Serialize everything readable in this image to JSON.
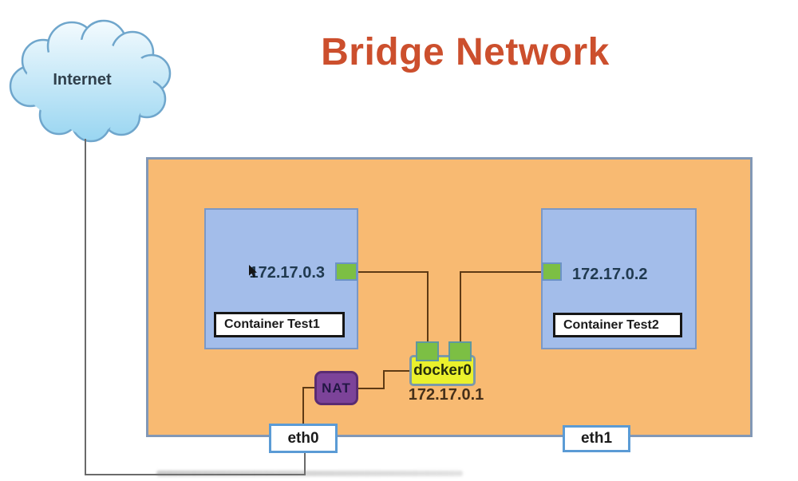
{
  "title": {
    "text": "Bridge Network"
  },
  "internet": {
    "label": "Internet"
  },
  "host": {
    "containers": [
      {
        "label": "Container Test1",
        "ip": "172.17.0.3"
      },
      {
        "label": "Container Test2",
        "ip": "172.17.0.2"
      }
    ],
    "bridge": {
      "label": "docker0",
      "ip": "172.17.0.1"
    },
    "nat": {
      "label": "NAT"
    },
    "nics": [
      {
        "label": "eth0"
      },
      {
        "label": "eth1"
      }
    ]
  },
  "icons": {
    "cloud": "internet-cloud",
    "ports": "network-port-square",
    "cursor": "mouse-pointer"
  },
  "colors": {
    "title": "#CC4F2D",
    "host_fill": "#F8BA72",
    "host_border": "#8298B6",
    "container_fill": "#A3BDEA",
    "container_border": "#7B98C6",
    "bridge_fill": "#EAF12C",
    "nat_fill": "#7C4399",
    "port_fill": "#7CBF44",
    "nic_border": "#5B9BD5",
    "label_box_border": "#161616",
    "connector_brown": "#5E3A14",
    "connector_gray": "#6A6A6A",
    "cloud_fill_top": "#F4FBFE",
    "cloud_fill_bottom": "#98D5F1",
    "cloud_stroke": "#6FA6CC"
  }
}
